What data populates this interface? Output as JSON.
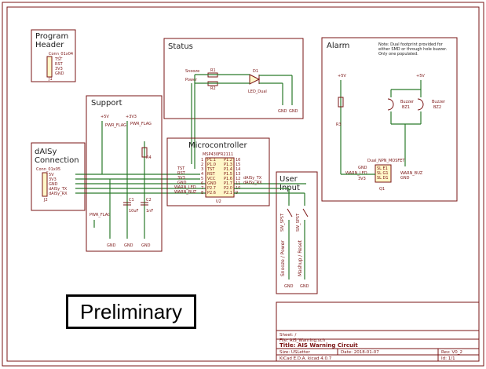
{
  "blocks": {
    "program_header": {
      "title_line1": "Program",
      "title_line2": "Header",
      "connector": "Conn_01x04",
      "pins": [
        "TST",
        "RST",
        "3V3",
        "GND"
      ],
      "ref": "J1"
    },
    "daisy": {
      "title_line1": "dAISy",
      "title_line2": "Connection",
      "connector": "Conn_01x05",
      "pins": [
        "5V",
        "3V3",
        "GND",
        "dAISy_TX",
        "dAISy_RX"
      ],
      "pin_numbers": [
        "5",
        "4",
        "3",
        "2",
        "1"
      ],
      "ref": "J2"
    },
    "support": {
      "title": "Support",
      "labels": [
        "+5V",
        "+3V3",
        "PWR_FLAG",
        "PWR_FLAG",
        "PWR_FLAG",
        "C1",
        "C2",
        "10uF",
        "1nF",
        "GND",
        "GND",
        "GND",
        "R4"
      ]
    },
    "status": {
      "title": "Status",
      "snooze": "Snooze",
      "power": "Power",
      "r1": "R1",
      "r2": "R2",
      "d1": "D1",
      "led": "LED_Dual",
      "gnd": "GND"
    },
    "alarm": {
      "title": "Alarm",
      "note": "Note: Dual footprint provided for either SMD or through hole buzzer. Only one populated.",
      "buzzer1": "Buzzer",
      "buzzer1_ref": "BZ1",
      "buzzer2": "Buzzer",
      "buzzer2_ref": "BZ2",
      "mosfet": "Dual_NPN_MOSFET",
      "mosfet_ref": "Q1",
      "pins": [
        "GND",
        "WARN_LED",
        "3V3"
      ],
      "pins_right": [
        "WARN_BUZ",
        "GND"
      ],
      "pin_codes": [
        "SL E1",
        "SL G1",
        "SL D1"
      ],
      "plus5v": "+5V",
      "r3": "R3"
    },
    "micro": {
      "title": "Microcontroller",
      "chip": "MSP430FR2111",
      "ref": "U2",
      "left_pins": [
        "TST",
        "RST",
        "3V3",
        "GND",
        "WARN_LED",
        "WARN_BUZ"
      ],
      "left_pin_names": [
        "P1.1",
        "P1.0",
        "TST",
        "RST",
        "VCC",
        "GND",
        "P2.7",
        "P2.6"
      ],
      "left_nums": [
        "1",
        "2",
        "3",
        "4",
        "5",
        "6",
        "7",
        "8"
      ],
      "right_pin_names": [
        "P1.2",
        "P1.3",
        "P1.4",
        "P1.5",
        "P1.6",
        "P1.7",
        "P2.0",
        "P2.1"
      ],
      "right_nums": [
        "16",
        "15",
        "14",
        "13",
        "12",
        "11",
        "10",
        "9"
      ],
      "right_nets": [
        "dAISy_TX",
        "dAISy_RX"
      ]
    },
    "user_input": {
      "title_line1": "User",
      "title_line2": "Input",
      "sw1": "SW_SPST",
      "sw2": "SW_SPST",
      "label1": "Snooze / Power",
      "label2": "Mashup / Reset",
      "gnd": "GND"
    }
  },
  "watermark": "Preliminary",
  "title_block": {
    "sheet": "Sheet: /",
    "file": "File: AIS_Warning.sch",
    "title": "Title: AIS Warning Circuit",
    "size": "Size: USLetter",
    "date": "Date: 2018-01-07",
    "rev": "Rev: V0_2",
    "kicad": "KiCad E.D.A.  kicad 4.0.7",
    "id": "Id: 1/1"
  }
}
